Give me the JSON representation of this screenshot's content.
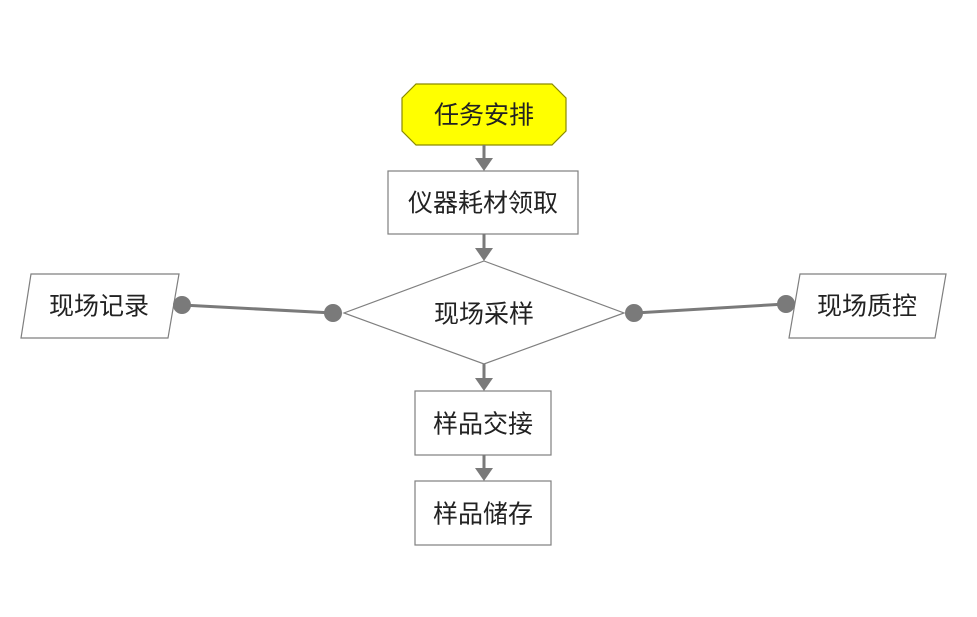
{
  "diagram": {
    "nodes": {
      "task": {
        "label": "任务安排",
        "fill": "#ffff00"
      },
      "equipment": {
        "label": "仪器耗材领取"
      },
      "sampling": {
        "label": "现场采样"
      },
      "record": {
        "label": "现场记录"
      },
      "qc": {
        "label": "现场质控"
      },
      "handover": {
        "label": "样品交接"
      },
      "storage": {
        "label": "样品储存"
      }
    },
    "colors": {
      "start_fill": "#ffff00",
      "connector": "#7a7a7a",
      "border": "#7f7f7f"
    }
  }
}
